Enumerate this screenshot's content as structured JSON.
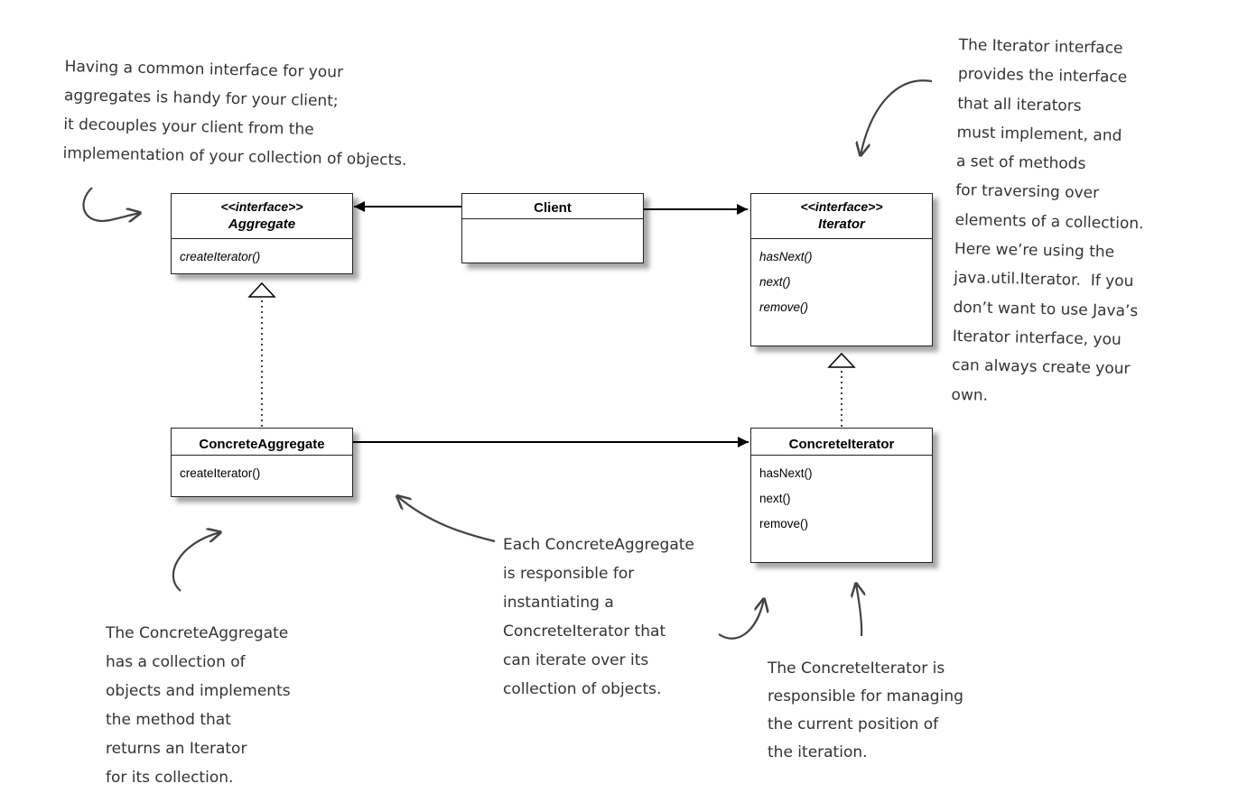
{
  "classes": {
    "aggregate": {
      "stereotype": "<<interface>>",
      "name": "Aggregate",
      "methods": [
        "createIterator()"
      ]
    },
    "client": {
      "name": "Client"
    },
    "iterator": {
      "stereotype": "<<interface>>",
      "name": "Iterator",
      "methods": [
        "hasNext()",
        "next()",
        "remove()"
      ]
    },
    "concrete_aggregate": {
      "name": "ConcreteAggregate",
      "methods": [
        "createIterator()"
      ]
    },
    "concrete_iterator": {
      "name": "ConcreteIterator",
      "methods": [
        "hasNext()",
        "next()",
        "remove()"
      ]
    }
  },
  "notes": {
    "aggregate_note": "Having a common interface for your\naggregates is handy for your client;\nit decouples your client from the\nimplementation of your collection of objects.",
    "iterator_note": "The Iterator interface\nprovides the interface\nthat all iterators\nmust implement, and\na set of methods\nfor traversing over\nelements of a collection.\nHere we’re using the\njava.util.Iterator.  If you\ndon’t want to use Java’s\nIterator interface, you\ncan always create your\nown.",
    "concrete_aggregate_note": "The ConcreteAggregate\nhas a collection of\nobjects and implements\nthe method that\nreturns an Iterator\nfor its collection.",
    "center_note": "Each ConcreteAggregate\nis responsible for\ninstantiating a\nConcreteIterator that\ncan iterate over its\ncollection of objects.",
    "concrete_iterator_note": "The ConcreteIterator is\nresponsible for managing\nthe current position of\nthe iteration."
  }
}
